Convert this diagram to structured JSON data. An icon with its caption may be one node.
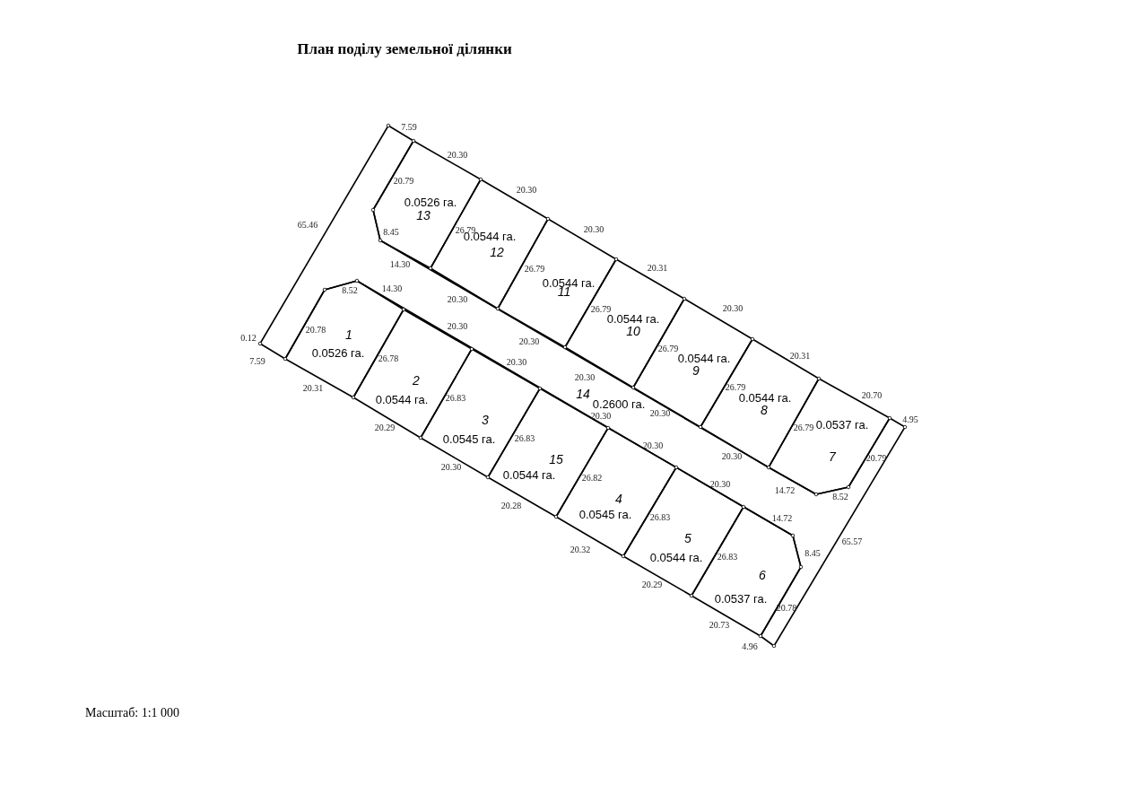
{
  "diagram": {
    "title": "План поділу земельної ділянки",
    "nodes": [
      {
        "text": [
          "1",
          "0.0526 га."
        ]
      },
      {
        "text": [
          "2",
          "0.0544 га."
        ]
      },
      {
        "text": [
          "3",
          "0.0545 га."
        ]
      },
      {
        "text": [
          "4",
          "0.0545 га."
        ]
      },
      {
        "text": [
          "5",
          "0.0544 га."
        ]
      },
      {
        "text": [
          "6",
          "0.0537 га."
        ]
      },
      {
        "text": [
          "0.0537 га.",
          "7"
        ]
      },
      {
        "text": [
          "0.0544 га.",
          "8"
        ]
      },
      {
        "text": [
          "0.0544 га.",
          "9"
        ]
      },
      {
        "text": [
          "0.0544 га.",
          "10"
        ]
      },
      {
        "text": [
          "0.0544 га.",
          "11"
        ]
      },
      {
        "text": [
          "0.0544 га.",
          "12"
        ]
      },
      {
        "text": [
          "0.0526 га.",
          "13"
        ]
      },
      {
        "text": [
          "14",
          "0.2600 га."
        ]
      },
      {
        "text": [
          "15",
          "0.0544 га."
        ]
      }
    ],
    "labels": [
      "7.59",
      "20.30",
      "20.79",
      "20.30",
      "65.46",
      "26.79",
      "8.45",
      "20.30",
      "26.79",
      "14.30",
      "20.31",
      "14.30",
      "8.52",
      "20.30",
      "26.79",
      "20.30",
      "20.78",
      "20.30",
      "0.12",
      "20.30",
      "26.79",
      "20.31",
      "7.59",
      "20.30",
      "26.78",
      "20.30",
      "26.79",
      "20.31",
      "20.70",
      "20.30",
      "20.30",
      "26.83",
      "4.95",
      "20.29",
      "26.79",
      "26.83",
      "20.30",
      "20.30",
      "20.79",
      "20.30",
      "26.82",
      "20.30",
      "14.72",
      "14.72",
      "8.52",
      "20.28",
      "26.83",
      "8.45",
      "65.57",
      "20.32",
      "26.83",
      "20.29",
      "20.78",
      "20.73",
      "4.96",
      "Масштаб: 1:1 000"
    ]
  }
}
